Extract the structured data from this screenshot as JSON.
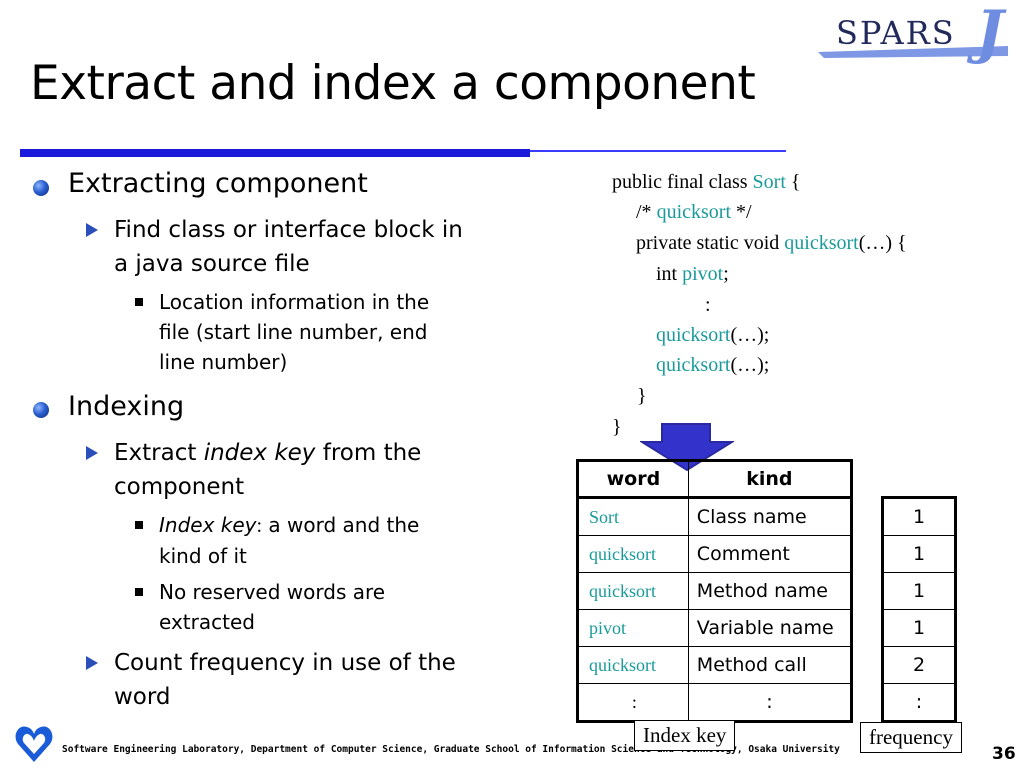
{
  "title": "Extract and index a component",
  "logo": {
    "text": "SPARS",
    "mark": "J"
  },
  "bullets": {
    "extracting": {
      "label": "Extracting component",
      "sub1": "Find class or interface block in",
      "sub1b": "a java source file",
      "sub2a": "Location information in the",
      "sub2b": "file (start line number, end",
      "sub2c": "line number)"
    },
    "indexing": {
      "label": "Indexing",
      "extract_a": "Extract ",
      "extract_key": "index key",
      "extract_b": " from the",
      "extract_c": "component",
      "key_italic": "Index key",
      "key_colon": ":",
      "key_rest": " a word and the",
      "key_rest2": "kind of it",
      "reserved_a": "No reserved words are",
      "reserved_b": "extracted",
      "count_a": "Count frequency in use of the",
      "count_b": "word"
    }
  },
  "code": {
    "l1a": "public final class ",
    "l1k": "Sort",
    "l1b": " {",
    "l2a": "/* ",
    "l2k": "quicksort",
    "l2b": " */",
    "l3a": "private static void ",
    "l3k": "quicksort",
    "l3b": "(…) {",
    "l4a": "int ",
    "l4k": "pivot",
    "l4b": ";",
    "l5": ":",
    "l6k": "quicksort",
    "l6b": "(…);",
    "l7k": "quicksort",
    "l7b": "(…);",
    "l8": "}",
    "l9": "}"
  },
  "table": {
    "headers": [
      "word",
      "kind"
    ],
    "rows": [
      [
        "Sort",
        "Class name"
      ],
      [
        "quicksort",
        "Comment"
      ],
      [
        "quicksort",
        "Method name"
      ],
      [
        "pivot",
        "Variable name"
      ],
      [
        "quicksort",
        "Method call"
      ],
      [
        ":",
        ":"
      ]
    ],
    "freq": [
      "1",
      "1",
      "1",
      "1",
      "2",
      ":"
    ]
  },
  "callouts": {
    "index_key": "Index key",
    "frequency": "frequency"
  },
  "footer": {
    "text": "Software Engineering Laboratory, Department of Computer Science, Graduate School of Information Science and Technology, Osaka University",
    "page": "36"
  },
  "colors": {
    "keyword": "#1a9a9a",
    "rule": "#1a1adc",
    "bullet": "#2b5fd0"
  }
}
